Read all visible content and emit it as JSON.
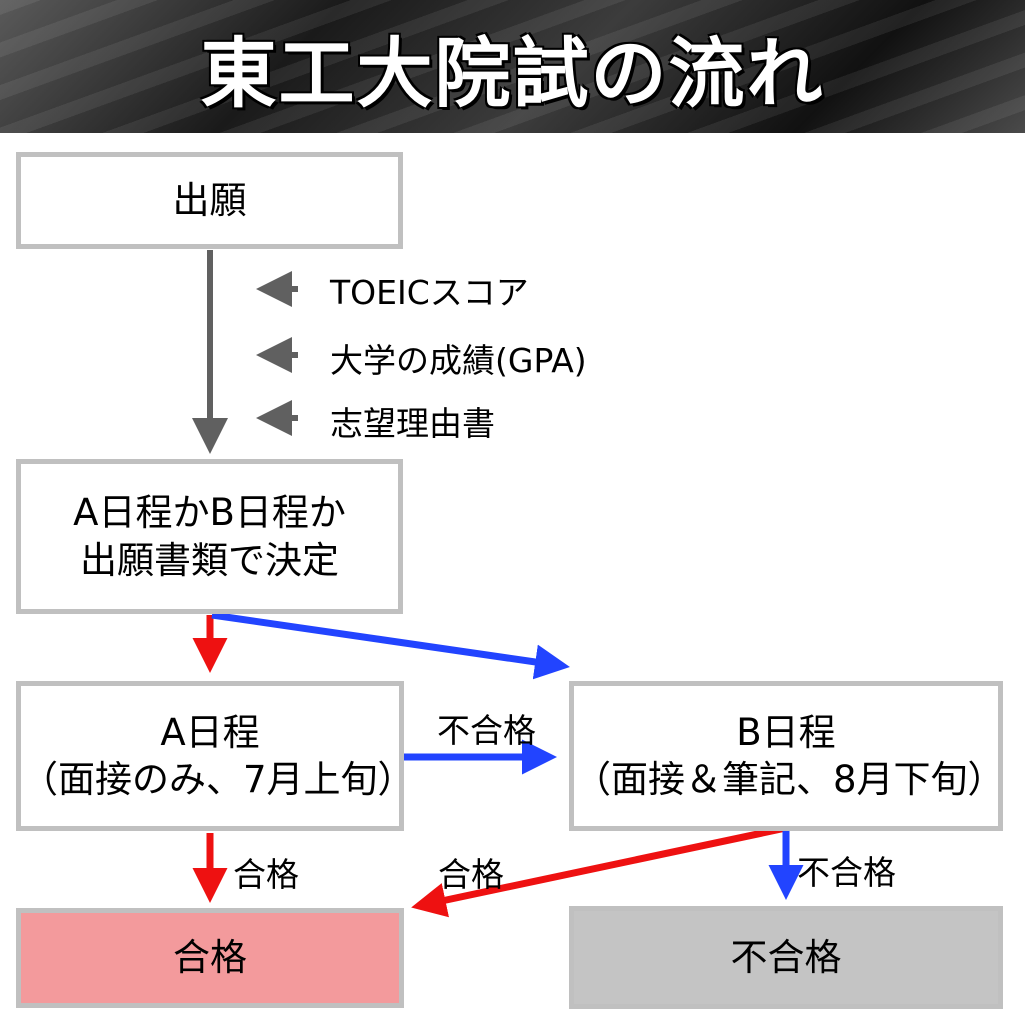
{
  "title": "東工大院試の流れ",
  "nodes": {
    "apply": "出願",
    "decide": [
      "A日程かB日程か",
      "出願書類で決定"
    ],
    "a_schedule": [
      "A日程",
      "（面接のみ、7月上旬）"
    ],
    "b_schedule": [
      "B日程",
      "（面接＆筆記、8月下旬）"
    ],
    "pass": "合格",
    "fail": "不合格"
  },
  "documents": [
    "TOEICスコア",
    "大学の成績(GPA)",
    "志望理由書"
  ],
  "edge_labels": {
    "a_to_b": "不合格",
    "a_to_pass": "合格",
    "b_to_pass": "合格",
    "b_to_fail": "不合格"
  },
  "colors": {
    "red_path": "#ee1111",
    "blue_path": "#2244ff",
    "gray_path": "#606060",
    "pass_fill": "#f39a9c",
    "fail_fill": "#c4c4c4",
    "box_border": "#c0c0c0"
  }
}
